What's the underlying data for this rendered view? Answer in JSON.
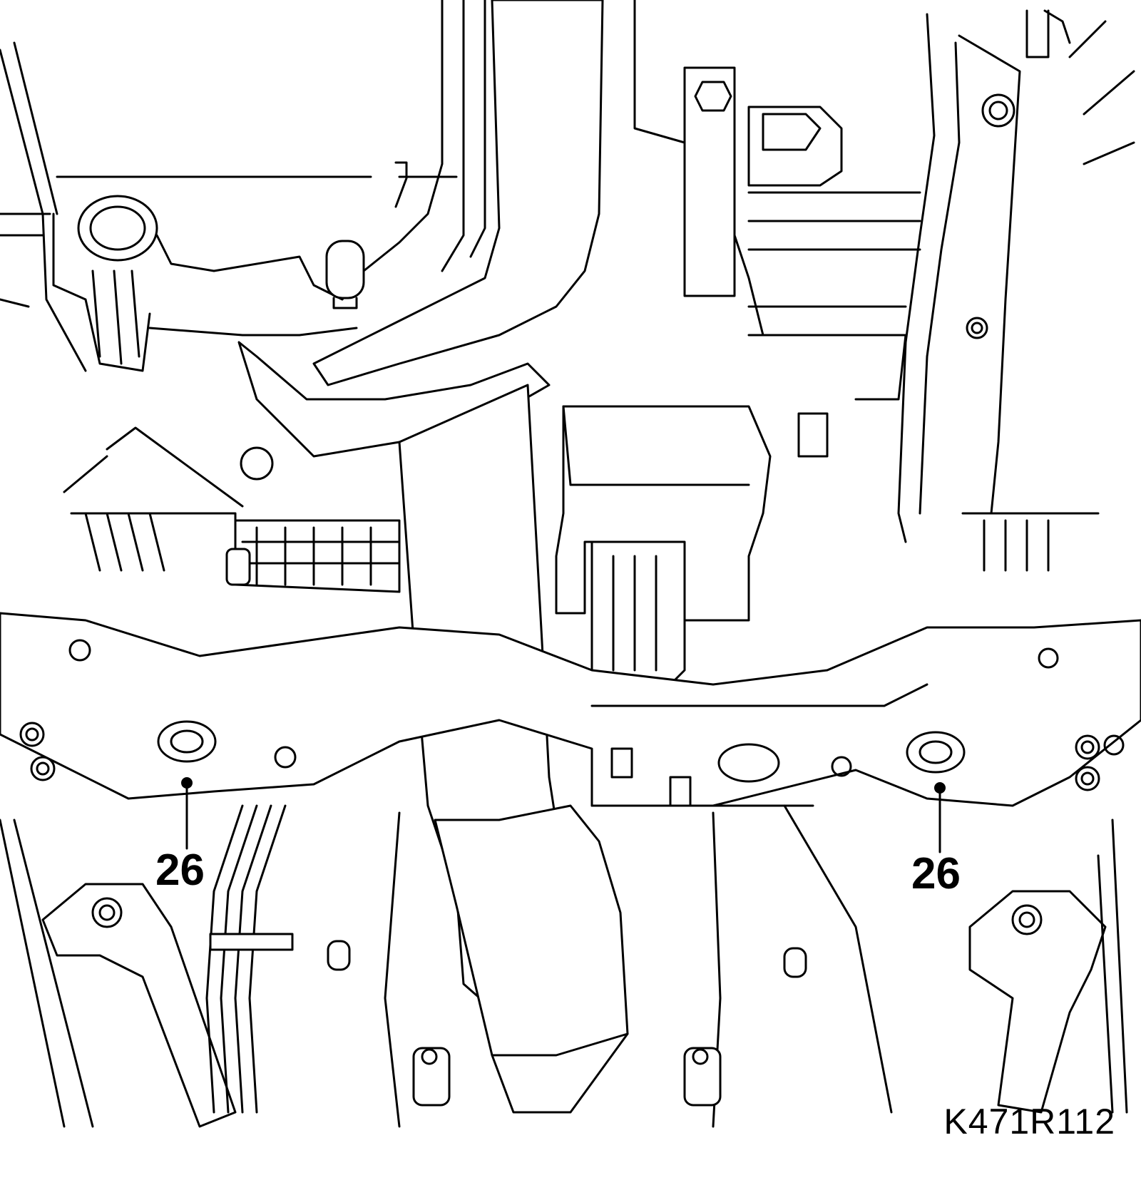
{
  "callouts": [
    {
      "id": "left",
      "label": "26"
    },
    {
      "id": "right",
      "label": "26"
    }
  ],
  "figure_code": "K471R112",
  "colors": {
    "line": "#000000",
    "background": "#ffffff"
  }
}
